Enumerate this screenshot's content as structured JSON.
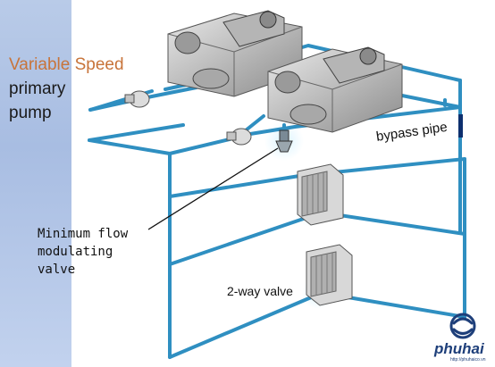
{
  "title": {
    "line1": "Variable Speed",
    "line2": "primary",
    "line3": "pump"
  },
  "labels": {
    "bypass_pipe": "bypass pipe",
    "min_flow_line1": "Minimum flow",
    "min_flow_line2": "modulating",
    "min_flow_line3": "valve",
    "two_way_valve": "2-way valve"
  },
  "logo": {
    "name": "phuhai",
    "url": "http://phuhaico.vn",
    "icon": "phuhai-swirl-logo"
  },
  "colors": {
    "pipe": "#2f8fc1",
    "title_accent": "#c8743a",
    "sidebar": "#a8bde2",
    "logo": "#1e3f7a"
  }
}
